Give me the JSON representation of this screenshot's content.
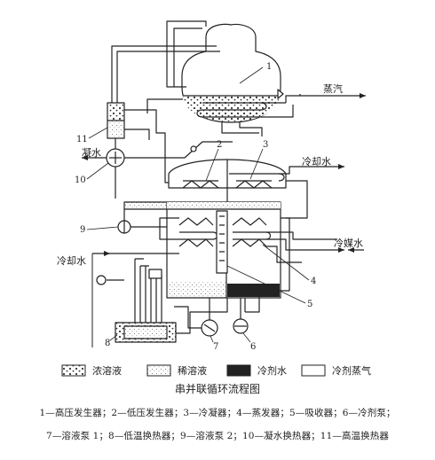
{
  "diagram": {
    "streams": {
      "steam": "蒸汽",
      "cooling_water_1": "冷却水",
      "condensate": "凝水",
      "chilled_water": "冷媒水",
      "cooling_water_2": "冷却水"
    },
    "numbers": [
      "1",
      "2",
      "3",
      "4",
      "5",
      "6",
      "7",
      "8",
      "9",
      "10",
      "11"
    ]
  },
  "legend": [
    {
      "label": "浓溶液",
      "swatch": "concentrated"
    },
    {
      "label": "稀溶液",
      "swatch": "dilute"
    },
    {
      "label": "冷剂水",
      "swatch": "refrigerant-water"
    },
    {
      "label": "冷剂蒸气",
      "swatch": "refrigerant-vapor"
    }
  ],
  "caption": {
    "title": "串并联循环流程图",
    "line1": "1—高压发生器；2—低压发生器；3—冷凝器；4—蒸发器；5—吸收器；6—冷剂泵；",
    "line2": "7—溶液泵 1；8—低温换热器；9—溶液泵 2；10—凝水换热器；11—高温换热器"
  },
  "colors": {
    "ink": "#222222",
    "background": "#ffffff"
  }
}
